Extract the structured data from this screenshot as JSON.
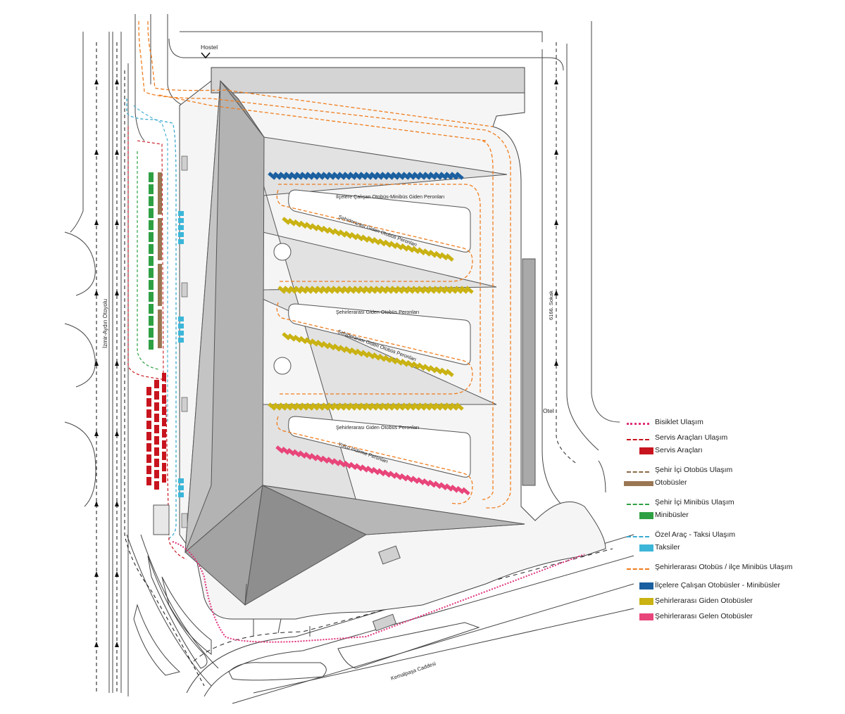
{
  "labels": {
    "hostel": "Hostel",
    "otel": "Otel",
    "road_west": "İzmir-Aydın Otoyolu",
    "road_east": "6166. Sokak",
    "road_south": "Kemalpaşa Caddesi",
    "platform_1": "İlçelere Çalışan Otobüs-Minibüs Giden Peronları",
    "platform_2": "Şehirlerarası Giden Otobüs Peronları",
    "platform_3": "Şehirlerarası Giden Otobüs Peronları",
    "platform_4": "Şehirlerarası Giden Otobüs Peronları",
    "platform_5": "Şehirlerarası Giden Otobüs Peronları",
    "platform_6": "Yolcu İndirme Peronları"
  },
  "legend": [
    {
      "label": "Bisiklet Ulaşım",
      "kind": "dot",
      "color": "#e0307a"
    },
    {
      "label": "Servis Araçları Ulaşım",
      "kind": "dash",
      "color": "#c8141e"
    },
    {
      "label": "Servis Araçları",
      "kind": "bar",
      "color": "#c8141e"
    },
    {
      "label": "Şehir İçi Otobüs Ulaşım",
      "kind": "dash",
      "color": "#8b6a47"
    },
    {
      "label": "Otobüsler",
      "kind": "wide",
      "color": "#9b7653"
    },
    {
      "label": "Şehir İçi Minibüs Ulaşım",
      "kind": "dash",
      "color": "#2ea043"
    },
    {
      "label": "Minibüsler",
      "kind": "bar",
      "color": "#2ea043"
    },
    {
      "label": "Özel Araç - Taksi Ulaşım",
      "kind": "dash",
      "color": "#3aaad0"
    },
    {
      "label": "Taksiler",
      "kind": "bar",
      "color": "#3bb6d8"
    },
    {
      "label": "Şehirlerarası Otobüs / ilçe Minibüs Ulaşım",
      "kind": "dash",
      "color": "#f07d1e"
    },
    {
      "label": "İlçelere Çalışan Otobüsler - Minibüsler",
      "kind": "bar",
      "color": "#1a5fa0"
    },
    {
      "label": "Şehirlerarası Giden Otobüsler",
      "kind": "bar",
      "color": "#c9b212"
    },
    {
      "label": "Şehirlerarası Gelen Otobüsler",
      "kind": "bar",
      "color": "#e8457a"
    }
  ],
  "colors": {
    "orange": "#f07d1e",
    "red": "#c8141e",
    "green": "#2ea043",
    "brown": "#9b7653",
    "cyan": "#3bb6d8",
    "blue": "#1a5fa0",
    "yellow": "#c9b212",
    "pink": "#e8457a",
    "roof": "#a9a9a9",
    "roof_dark": "#8e8e8e",
    "concourse": "#e2e2e2"
  }
}
